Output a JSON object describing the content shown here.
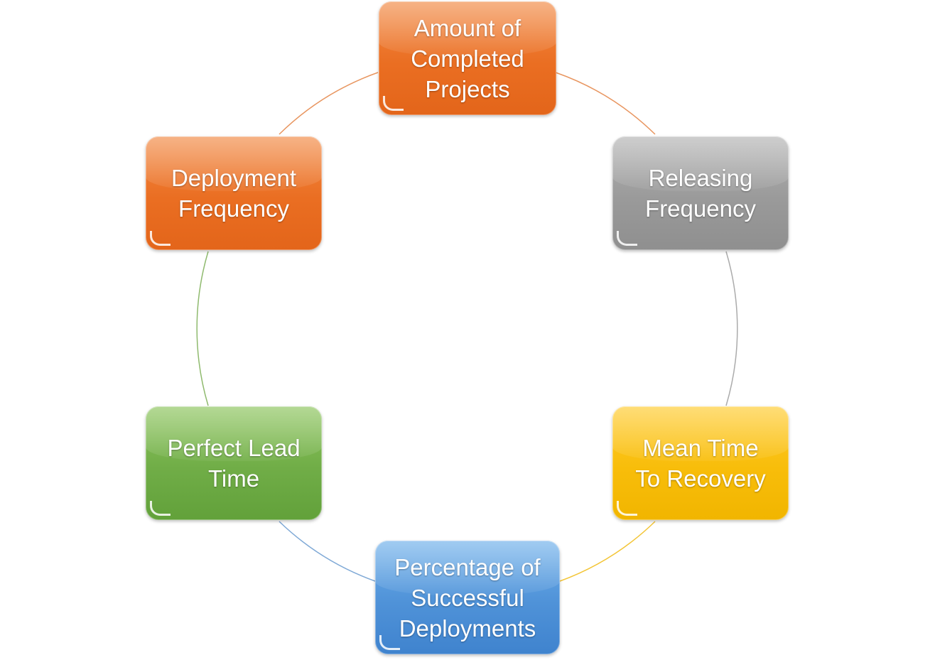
{
  "diagram": {
    "nodes": [
      {
        "id": "amount-of-completed-projects",
        "label": "Amount of\nCompleted\nProjects",
        "color": "#ea6e22"
      },
      {
        "id": "releasing-frequency",
        "label": "Releasing\nFrequency",
        "color": "#9a9a9a"
      },
      {
        "id": "mean-time-to-recovery",
        "label": "Mean Time\nTo Recovery",
        "color": "#f8bd0a"
      },
      {
        "id": "percentage-of-successful-deployments",
        "label": "Percentage of\nSuccessful\nDeployments",
        "color": "#4f92d8"
      },
      {
        "id": "perfect-lead-time",
        "label": "Perfect Lead\nTime",
        "color": "#70ad47"
      },
      {
        "id": "deployment-frequency",
        "label": "Deployment\nFrequency",
        "color": "#ea6e22"
      }
    ],
    "connectors": [
      {
        "from": "amount-of-completed-projects",
        "to": "releasing-frequency",
        "color": "#e8955f"
      },
      {
        "from": "releasing-frequency",
        "to": "mean-time-to-recovery",
        "color": "#ababab"
      },
      {
        "from": "mean-time-to-recovery",
        "to": "percentage-of-successful-deployments",
        "color": "#f3c536"
      },
      {
        "from": "percentage-of-successful-deployments",
        "to": "perfect-lead-time",
        "color": "#7fa9d6"
      },
      {
        "from": "perfect-lead-time",
        "to": "deployment-frequency",
        "color": "#8fba6e"
      },
      {
        "from": "deployment-frequency",
        "to": "amount-of-completed-projects",
        "color": "#e8955f"
      }
    ]
  }
}
